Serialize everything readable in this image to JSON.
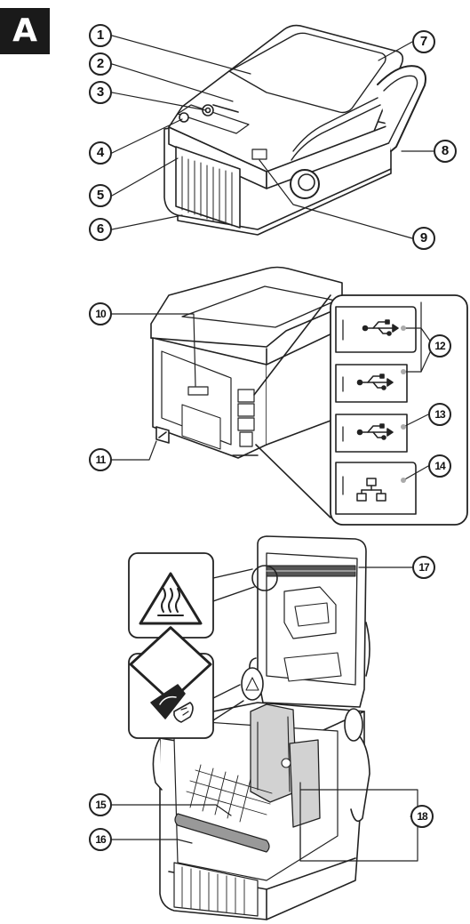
{
  "figure_label": "A",
  "callouts": {
    "c1": "1",
    "c2": "2",
    "c3": "3",
    "c4": "4",
    "c5": "5",
    "c6": "6",
    "c7": "7",
    "c8": "8",
    "c9": "9",
    "c10": "10",
    "c11": "11",
    "c12": "12",
    "c13": "13",
    "c14": "14",
    "c15": "15",
    "c16": "16",
    "c17": "17",
    "c18": "18"
  },
  "colors": {
    "line": "#222222",
    "shade": "#d2d2d2",
    "dark": "#1a1a1a",
    "fill": "#ffffff"
  },
  "icons": [
    "usb-port-icon",
    "usb-port-icon",
    "usb-port-icon",
    "lan-port-icon",
    "hot-surface-warning-icon",
    "pinch-hazard-warning-icon"
  ]
}
